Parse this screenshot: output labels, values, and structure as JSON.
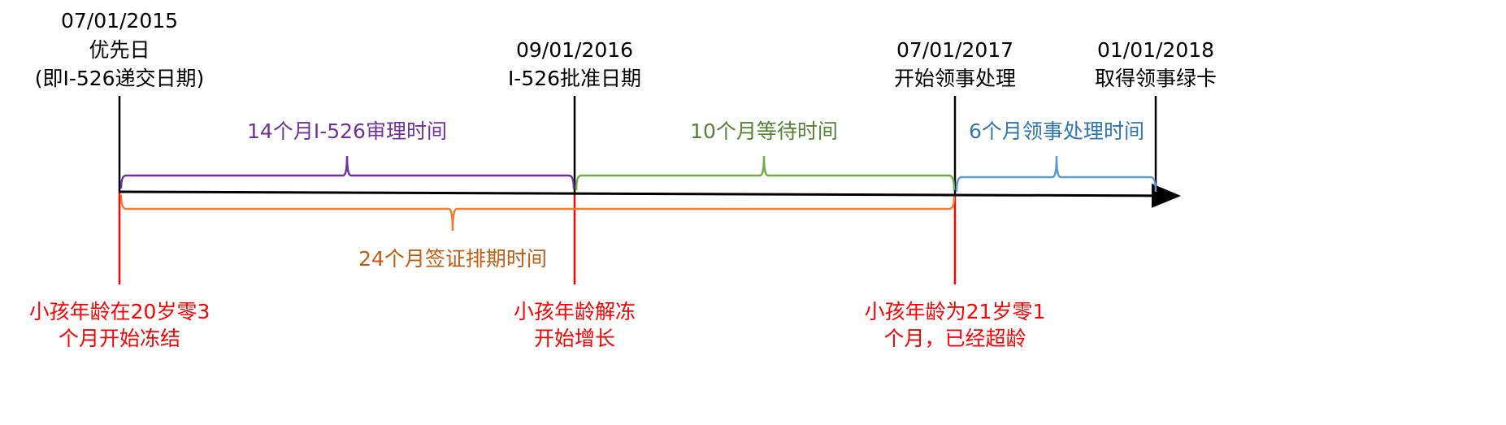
{
  "milestones": [
    {
      "date": "07/01/2015",
      "line2": "优先日",
      "line3": "(即I-526递交日期)"
    },
    {
      "date": "09/01/2016",
      "line2": "I-526批准日期"
    },
    {
      "date": "07/01/2017",
      "line2": "开始领事处理"
    },
    {
      "date": "01/01/2018",
      "line2": "取得领事绿卡"
    }
  ],
  "periods": {
    "review": "14个月I-526审理时间",
    "wait": "10个月等待时间",
    "consular": "6个月领事处理时间",
    "visa_queue": "24个月签证排期时间"
  },
  "child_notes": [
    {
      "line1": "小孩年龄在20岁零3",
      "line2": "个月开始冻结"
    },
    {
      "line1": "小孩年龄解冻",
      "line2": "开始增长"
    },
    {
      "line1": "小孩年龄为21岁零1",
      "line2": "个月，已经超龄"
    }
  ],
  "colors": {
    "review": "#7030A0",
    "wait": "#548235",
    "consular": "#5B9BD5",
    "consular_text": "#2E75B6",
    "visa_queue": "#ED7D31",
    "visa_queue_text": "#C55A11",
    "note": "#FF0000"
  }
}
